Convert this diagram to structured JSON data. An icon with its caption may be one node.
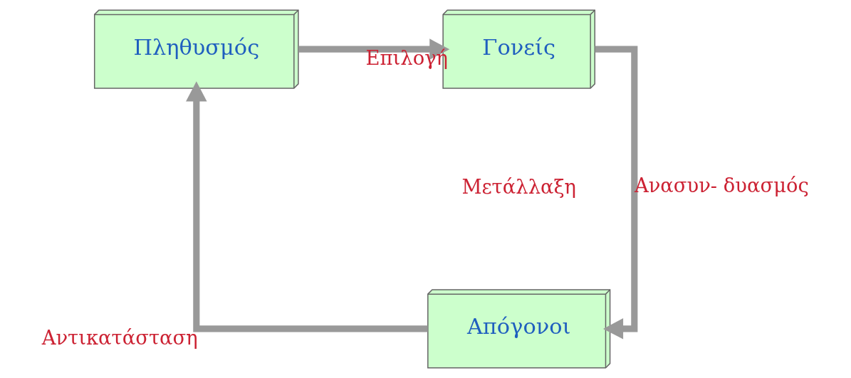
{
  "diagram": {
    "nodes": [
      {
        "text": [
          "Πληθυσμός"
        ]
      },
      {
        "text": [
          "Γονείς"
        ]
      },
      {
        "text": [
          "Απόγονοι"
        ]
      }
    ],
    "edges": [
      {
        "from": 0,
        "to": 1,
        "arrow": "to",
        "label": "Επιλογή"
      },
      {
        "from": 1,
        "to": 2,
        "arrow": "to",
        "label": "Ανασυν- δυασμός"
      },
      {
        "from": 2,
        "to": 0,
        "arrow": "to",
        "label": "Αντικατάσταση"
      }
    ],
    "labels": [
      "Μετάλλαξη"
    ]
  }
}
